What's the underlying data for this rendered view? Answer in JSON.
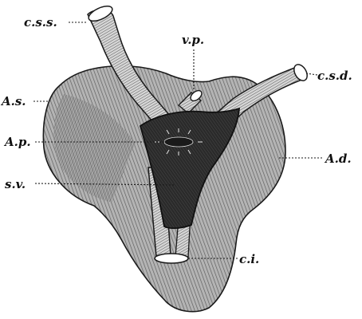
{
  "figure": {
    "labels": {
      "css": "c.s.s.",
      "vp": "v.p.",
      "csd": "c.s.d.",
      "as": "A.s.",
      "ap": "A.p.",
      "ad": "A.d.",
      "sv": "s.v.",
      "ci": "c.i."
    }
  },
  "colors": {
    "ink": "#111111",
    "paper": "#ffffff",
    "tissue": "#8a8a8a",
    "cavity": "#2b2b2b"
  }
}
